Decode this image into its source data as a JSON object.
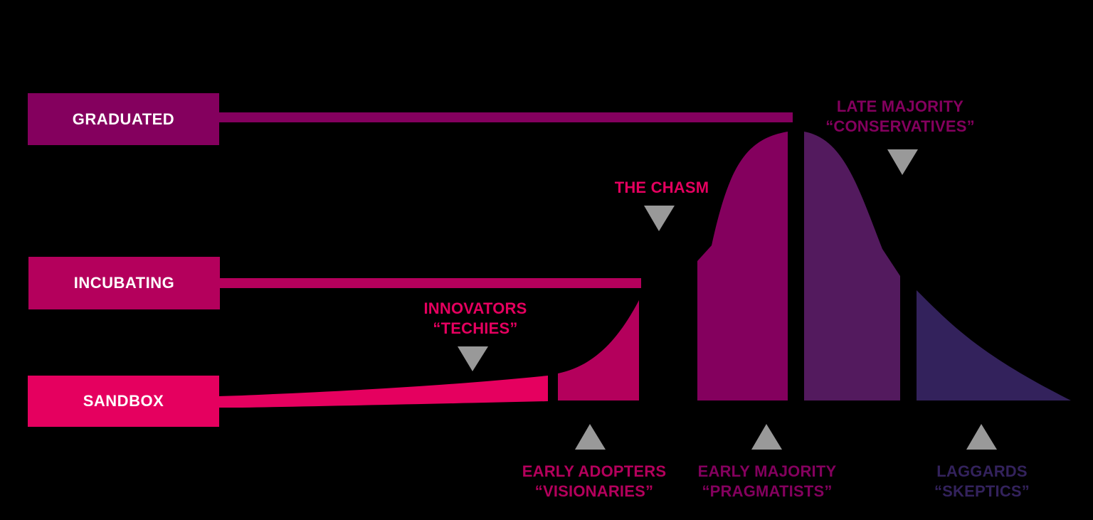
{
  "colors": {
    "background": "#000000",
    "sandbox": "#e5005f",
    "incubating": "#b4005c",
    "graduated": "#84005e",
    "late_majority": "#531a5e",
    "laggards": "#33225c",
    "marker": "#999999"
  },
  "stages": [
    {
      "id": "graduated",
      "label": "GRADUATED"
    },
    {
      "id": "incubating",
      "label": "INCUBATING"
    },
    {
      "id": "sandbox",
      "label": "SANDBOX"
    }
  ],
  "segments": [
    {
      "id": "innovators",
      "title": "INNOVATORS",
      "subtitle": "“TECHIES”",
      "marker": "down"
    },
    {
      "id": "early-adopters",
      "title": "EARLY ADOPTERS",
      "subtitle": "“VISIONARIES”",
      "marker": "up"
    },
    {
      "id": "chasm",
      "title": "THE CHASM",
      "subtitle": "",
      "marker": "down"
    },
    {
      "id": "early-majority",
      "title": "EARLY MAJORITY",
      "subtitle": "“PRAGMATISTS”",
      "marker": "up"
    },
    {
      "id": "late-majority",
      "title": "LATE MAJORITY",
      "subtitle": "“CONSERVATIVES”",
      "marker": "down"
    },
    {
      "id": "laggards",
      "title": "LAGGARDS",
      "subtitle": "“SKEPTICS”",
      "marker": "up"
    }
  ]
}
